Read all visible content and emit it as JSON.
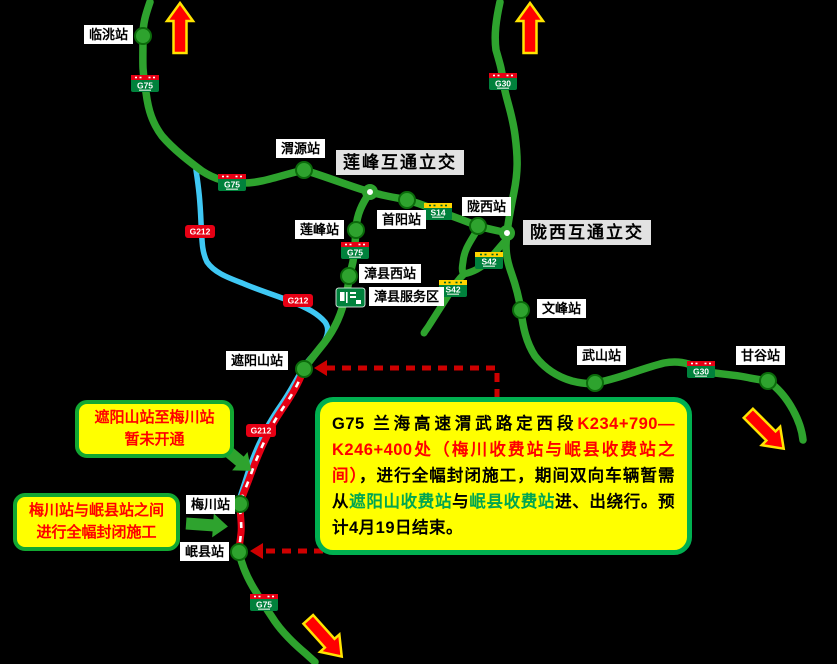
{
  "stations": [
    {
      "id": "lintao",
      "label": "临洮站"
    },
    {
      "id": "weiyuan",
      "label": "渭源站"
    },
    {
      "id": "lianfeng",
      "label": "莲峰站"
    },
    {
      "id": "shouyang",
      "label": "首阳站"
    },
    {
      "id": "longxi",
      "label": "陇西站"
    },
    {
      "id": "zhangxian-west",
      "label": "漳县西站"
    },
    {
      "id": "zhangxian-service-area",
      "label": "漳县服务区"
    },
    {
      "id": "wenfeng",
      "label": "文峰站"
    },
    {
      "id": "wushan",
      "label": "武山站"
    },
    {
      "id": "gangu",
      "label": "甘谷站"
    },
    {
      "id": "zheyangshan",
      "label": "遮阳山站"
    },
    {
      "id": "meichuan",
      "label": "梅川站"
    },
    {
      "id": "minxian",
      "label": "岷县站"
    }
  ],
  "interchanges": [
    {
      "id": "lianfeng-ic",
      "label": "莲峰互通立交"
    },
    {
      "id": "longxi-ic",
      "label": "陇西互通立交"
    }
  ],
  "shields": {
    "g75": "G75",
    "g30": "G30",
    "s14": "S14",
    "s42": "S42",
    "g212": "G212"
  },
  "callouts": {
    "not_open": {
      "line1": "遮阳山站至梅川站",
      "line2": "暂未开通"
    },
    "closed": {
      "line1": "梅川站与岷县站之间",
      "line2": "进行全幅封闭施工"
    }
  },
  "announcement": {
    "seg1": "G75 兰海高速渭武路定西段",
    "seg2": "K234+790—K246+400处（梅川收费站与岷县收费站之间）",
    "seg3": "，进行全幅封闭施工，期间双向车辆暂需从",
    "seg4": "遮阳山收费站",
    "seg5": "与",
    "seg6": "岷县收费站",
    "seg7": "进、出绕行。预计4月19日结束。"
  },
  "colors": {
    "road_green": "#2ea32e",
    "shield_green": "#00813c",
    "national_road_cyan": "#3fc8f4",
    "closed_section_red": "#e60014",
    "detour_dash_red": "#ce0000",
    "arrow_red": "#ff0000",
    "arrow_outline_yellow": "#ffe400",
    "notice_yellow": "#ffff00",
    "notice_border_green": "#00b050",
    "toll_name_green": "#00a651"
  }
}
